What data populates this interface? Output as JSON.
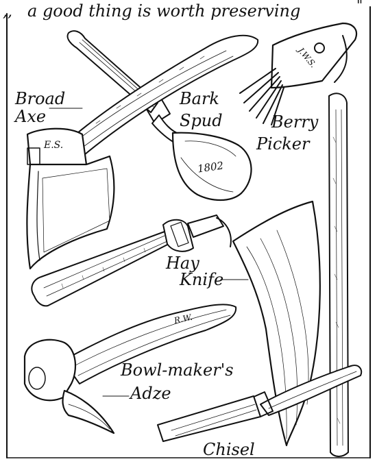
{
  "header": {
    "text": "a good thing is worth preserving"
  },
  "tools": [
    {
      "id": "broad-axe",
      "label_lines": [
        "Broad",
        "Axe"
      ],
      "stamp": "E.S."
    },
    {
      "id": "bark-spud",
      "label_lines": [
        "Bark",
        "Spud"
      ],
      "stamp": "1802"
    },
    {
      "id": "berry-picker",
      "label_lines": [
        "Berry",
        "Picker"
      ],
      "stamp": "J.W.S."
    },
    {
      "id": "hay-knife",
      "label_lines": [
        "Hay",
        "Knife"
      ],
      "stamp": ""
    },
    {
      "id": "bowl-makers-adze",
      "label_lines": [
        "Bowl-maker's",
        "Adze"
      ],
      "stamp": "R.W."
    },
    {
      "id": "chisel",
      "label_lines": [
        "Chisel"
      ],
      "stamp": ""
    }
  ],
  "palette": {
    "ink": "#111111",
    "paper": "#ffffff"
  }
}
